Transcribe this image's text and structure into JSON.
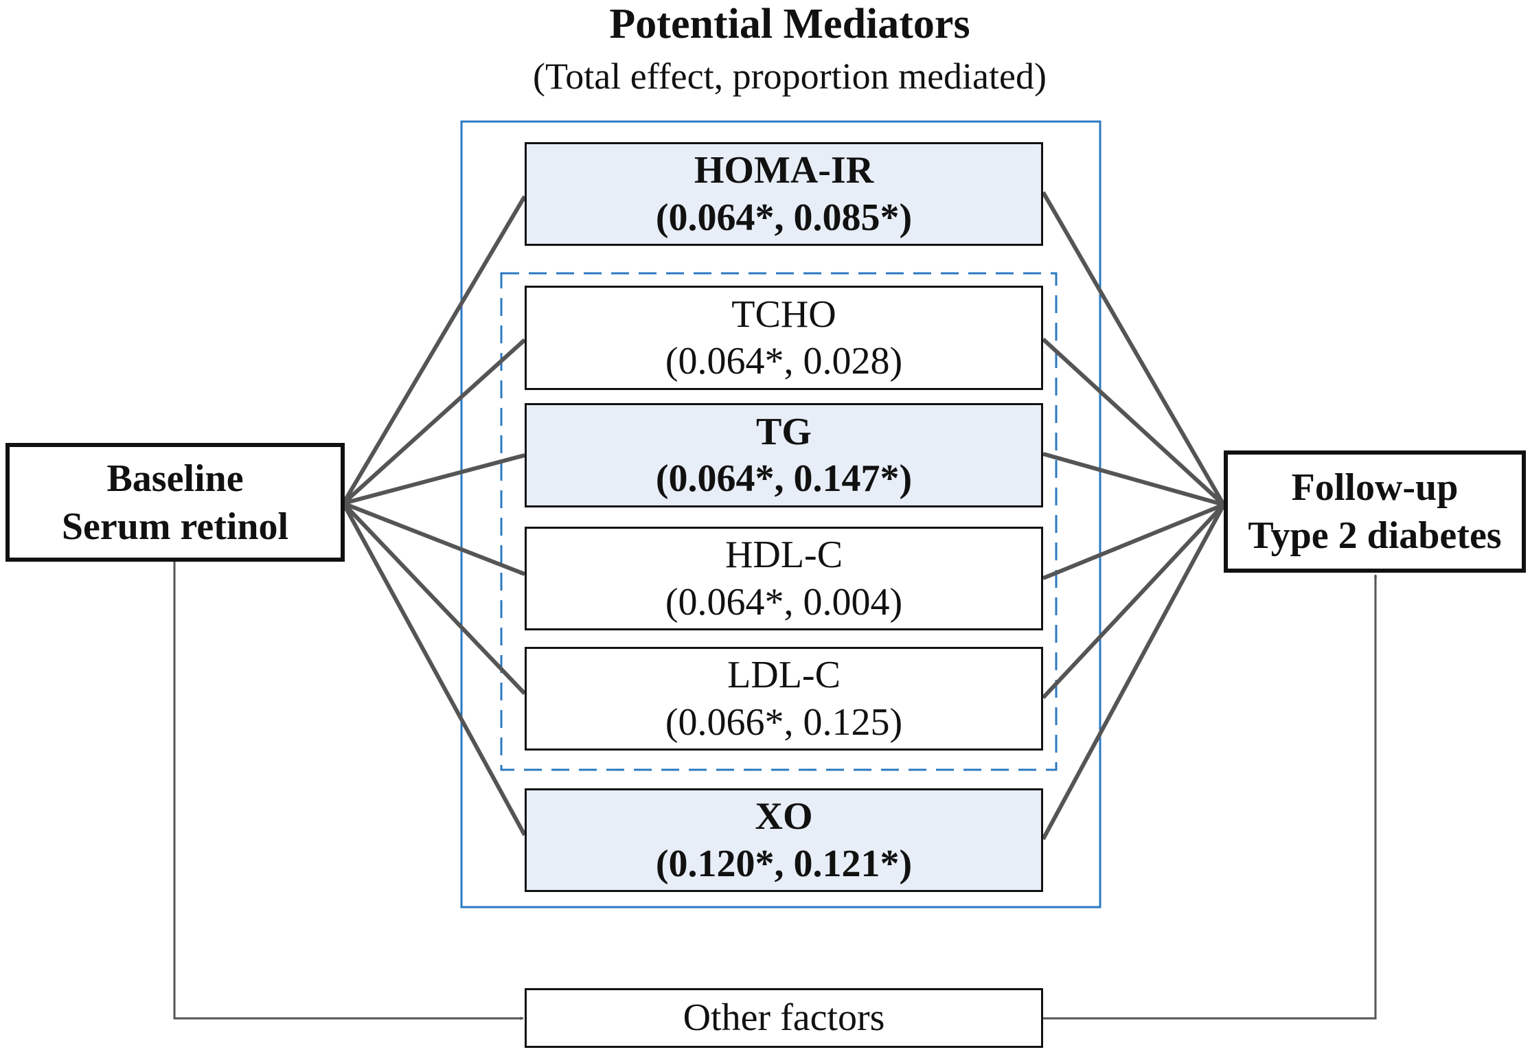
{
  "title": "Potential Mediators",
  "subtitle": "(Total effect, proportion mediated)",
  "exposure": {
    "line1": "Baseline",
    "line2": "Serum retinol"
  },
  "outcome": {
    "line1": "Follow-up",
    "line2": "Type 2 diabetes"
  },
  "mediators": [
    {
      "name": "HOMA-IR",
      "values": "(0.064*, 0.085*)",
      "significant": true
    },
    {
      "name": "TCHO",
      "values": "(0.064*, 0.028)",
      "significant": false
    },
    {
      "name": "TG",
      "values": "(0.064*, 0.147*)",
      "significant": true
    },
    {
      "name": "HDL-C",
      "values": "(0.064*, 0.004)",
      "significant": false
    },
    {
      "name": "LDL-C",
      "values": "(0.066*, 0.125)",
      "significant": false
    },
    {
      "name": "XO",
      "values": "(0.120*, 0.121*)",
      "significant": true
    }
  ],
  "other": "Other factors",
  "colors": {
    "container_border": "#2b79c2",
    "arrow": "#555555",
    "shaded": "#e8eef7"
  }
}
